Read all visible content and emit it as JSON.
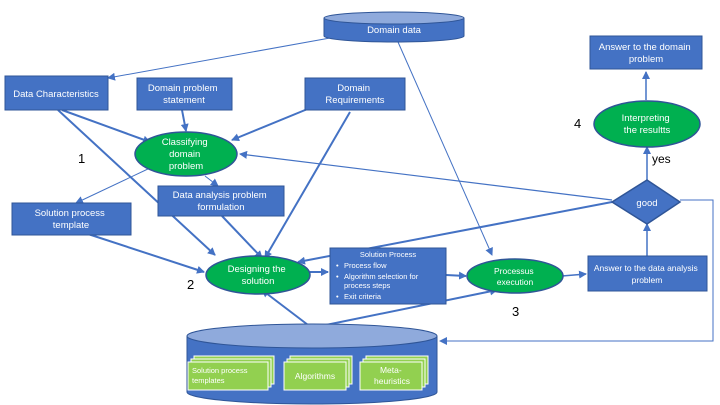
{
  "colors": {
    "box_fill": "#4472c4",
    "box_stroke": "#2f5597",
    "ellipse_fill": "#00b050",
    "ellipse_stroke": "#2f5597",
    "arrow": "#4472c4",
    "card_fill": "#92d050",
    "db_fill": "#4472c4",
    "db_top": "#8faadc"
  },
  "nodes": {
    "domain_data": "Domain data",
    "data_characteristics": "Data Characteristics",
    "domain_problem_statement": [
      "Domain problem",
      "statement"
    ],
    "domain_requirements": [
      "Domain",
      "Requirements"
    ],
    "classifying": [
      "Classifying",
      "domain",
      "problem"
    ],
    "data_analysis_formulation": [
      "Data analysis problem",
      "formulation"
    ],
    "solution_process_template": [
      "Solution process",
      "template"
    ],
    "designing": [
      "Designing the",
      "solution"
    ],
    "solution_process": {
      "title": "Solution Process",
      "items": [
        "Process flow",
        "Algorithm selection for",
        "process steps",
        "Exit criteria"
      ]
    },
    "processus_execution": [
      "Processus",
      "execution"
    ],
    "answer_data_analysis": [
      "Answer to the data analysis",
      "problem"
    ],
    "good": "good",
    "interpreting": [
      "Interpreting",
      "the resultts"
    ],
    "answer_domain": [
      "Answer to the domain",
      "problem"
    ],
    "yes": "yes"
  },
  "numbers": [
    "1",
    "2",
    "3",
    "4"
  ],
  "repository": {
    "templates": [
      "Solution process",
      "templates"
    ],
    "algorithms": "Algorithms",
    "metaheuristics": [
      "Meta-",
      "heuristics"
    ]
  }
}
